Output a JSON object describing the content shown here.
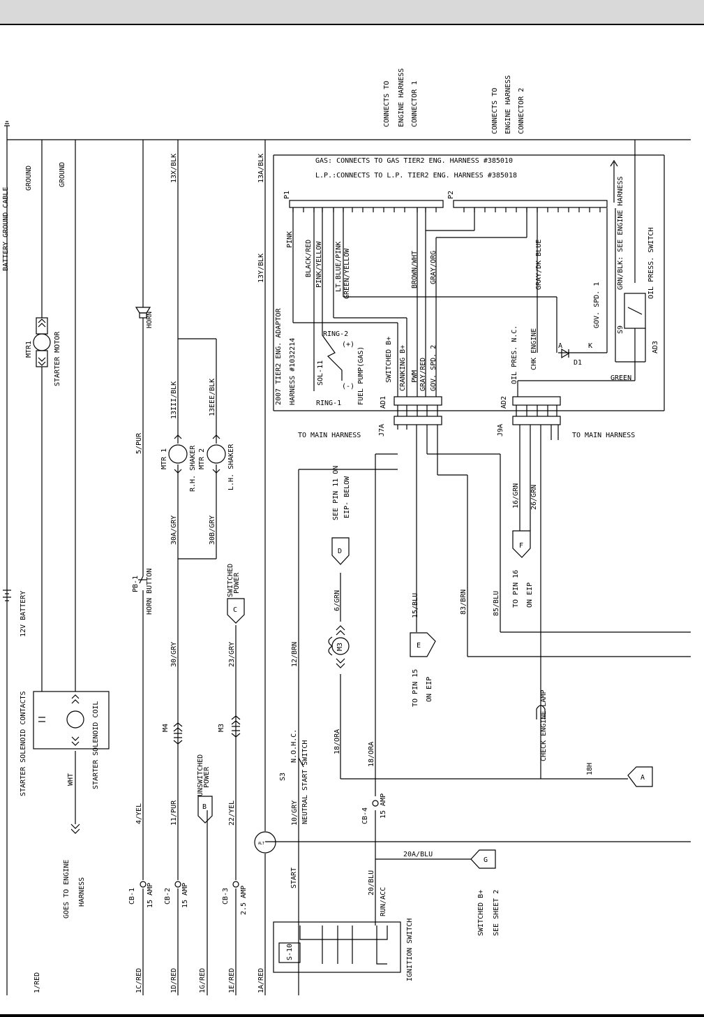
{
  "header": {
    "bg": "#d9d9d9"
  },
  "labels": {
    "battery_ground_cable": "BATTERY GROUND CABLE",
    "ground1": "GROUND",
    "ground2": "GROUND",
    "mtr1": "MTR1",
    "starter_motor": "STARTER MOTOR",
    "battery_12v": "12V BATTERY",
    "starter_solenoid_contacts": "STARTER SOLENOID CONTACTS",
    "starter_solenoid_coil": "STARTER SOLENOID COIL",
    "wht": "WHT",
    "goes_to_engine": "GOES TO ENGINE",
    "harness": "HARNESS",
    "w_1red": "1/RED",
    "w_1cred": "1C/RED",
    "w_1dred": "1D/RED",
    "w_1gred": "1G/RED",
    "w_1ered": "1E/RED",
    "w_1ared": "1A/RED",
    "w_4yel": "4/YEL",
    "w_5pur": "5/PUR",
    "horn": "HORN",
    "pb1": "PB-1",
    "horn_button": "HORN BUTTON",
    "w_13xblk": "13X/BLK",
    "w_13iiiblk": "13III/BLK",
    "w_13eeeblk": "13EEE/BLK",
    "mtr1b": "MTR 1",
    "rh_shaker": "R.H. SHAKER",
    "mtr2": "MTR 2",
    "lh_shaker": "L.H. SHAKER",
    "w_30agry": "30A/GRY",
    "w_30bgry": "30B/GRY",
    "w_30gry": "30/GRY",
    "w_23gry": "23/GRY",
    "w_11pur": "11/PUR",
    "w_22yel": "22/YEL",
    "m4": "M4",
    "m3": "M3",
    "unswitched_power": "UNSWITCHED",
    "unswitched_power2": "POWER",
    "switched_power": "SWITCHED",
    "switched_power2": "POWER",
    "conn_b": "B",
    "conn_c": "C",
    "cb1": "CB-1",
    "cb1_amp": "15 AMP",
    "cb2": "CB-2",
    "cb2_amp": "15 AMP",
    "cb3": "CB-3",
    "cb3_amp": "2.5 AMP",
    "w_13ablk": "13A/BLK",
    "w_13yblk": "13Y/BLK",
    "alt": "ALT",
    "w_12brn": "12/BRN",
    "s3": "S3",
    "nohc": "N.O.H.C.",
    "neutral_start": "NEUTRAL START SWITCH",
    "w_10gry": "10/GRY",
    "start": "START",
    "w_20blu": "20/BLU",
    "run_acc": "RUN/ACC",
    "ignition_switch": "IGNITION SWITCH",
    "s10": "S-10",
    "cb4": "CB-4",
    "cb4_amp": "15 AMP",
    "w_18ora_a": "18/ORA",
    "w_18ora_b": "18/ORA",
    "w_6grn": "6/GRN",
    "m3b": "M3",
    "conn_d": "D",
    "see_pin11": "SEE PIN 11 ON",
    "eip_below": "EIP- BELOW",
    "w_15blu": "15/BLU",
    "conn_e": "E",
    "to_pin15": "TO PIN 15",
    "on_eip_15": "ON EIP",
    "w_83brn": "83/BRN",
    "w_85blu": "85/BLU",
    "to_pin16": "TO PIN 16",
    "on_eip_16": "ON EIP",
    "w_16grn": "16/GRN",
    "w_26grn": "26/GRN",
    "conn_f": "F",
    "check_engine_lamp": "CHECK ENGINE LAMP",
    "w_18h": "18H",
    "conn_a": "A",
    "w_20ablu": "20A/BLU",
    "conn_g": "G",
    "switched_bplus": "SWITCHED B+",
    "see_sheet2": "SEE SHEET 2",
    "to_main_harness_1": "TO MAIN HARNESS",
    "to_main_harness_2": "TO MAIN HARNESS",
    "j7a": "J7A",
    "j9a": "J9A",
    "connects_1a": "CONNECTS TO",
    "connects_1b": "ENGINE HARNESS",
    "connects_1c": "CONNECTOR 1",
    "connects_2a": "CONNECTS TO",
    "connects_2b": "ENGINE HARNESS",
    "connects_2c": "CONNECTOR 2",
    "gas_line": "GAS: CONNECTS TO GAS TIER2 ENG. HARNESS #385010",
    "lp_line": "L.P.:CONNECTS TO L.P. TIER2 ENG. HARNESS #385018",
    "p1": "P1",
    "p2": "P2",
    "pink": "PINK",
    "black_red": "BLACK/RED",
    "pink_yellow": "PINK/YELLOW",
    "ltblue_pink": "LT.BLUE/PINK",
    "green_yellow": "GREEN/YELLOW",
    "brown_wht": "BROWN/WHT",
    "gray_org": "GRAY/ORG",
    "gray_dkblue": "GRAY/DK BLUE",
    "gov_spd1": "GOV. SPD. 1",
    "grn_blk": "GRN/BLK: SEE ENGINE HARNESS",
    "s9": "S9",
    "oil_press_switch": "OIL PRESS. SWITCH",
    "ad3": "AD3",
    "green": "GREEN",
    "adaptor": "2007 TIER2 ENG. ADAPTOR",
    "harness_no": "HARNESS #1032214",
    "ring2": "RING-2",
    "ring1": "RING-1",
    "sol11": "SOL-11",
    "fuel_pump": "FUEL PUMP(GAS)",
    "switched_b": "SWITCHED B+",
    "cranking_b": "CRANKING B+",
    "pwm": "PWM",
    "gray_red": "GRAY/RED",
    "gov_spd2": "GOV. SPD. 2",
    "ad1": "AD1",
    "ad2": "AD2",
    "oil_pres_nc": "OIL PRES. N.C.",
    "chk_engine": "CHK ENGINE",
    "d1": "D1",
    "plus": "(+)",
    "minus": "(-)",
    "pin_a": "A",
    "pin_b": "B",
    "pin_c": "C",
    "pin_d": "D",
    "pin_e": "E",
    "dk": "K"
  }
}
